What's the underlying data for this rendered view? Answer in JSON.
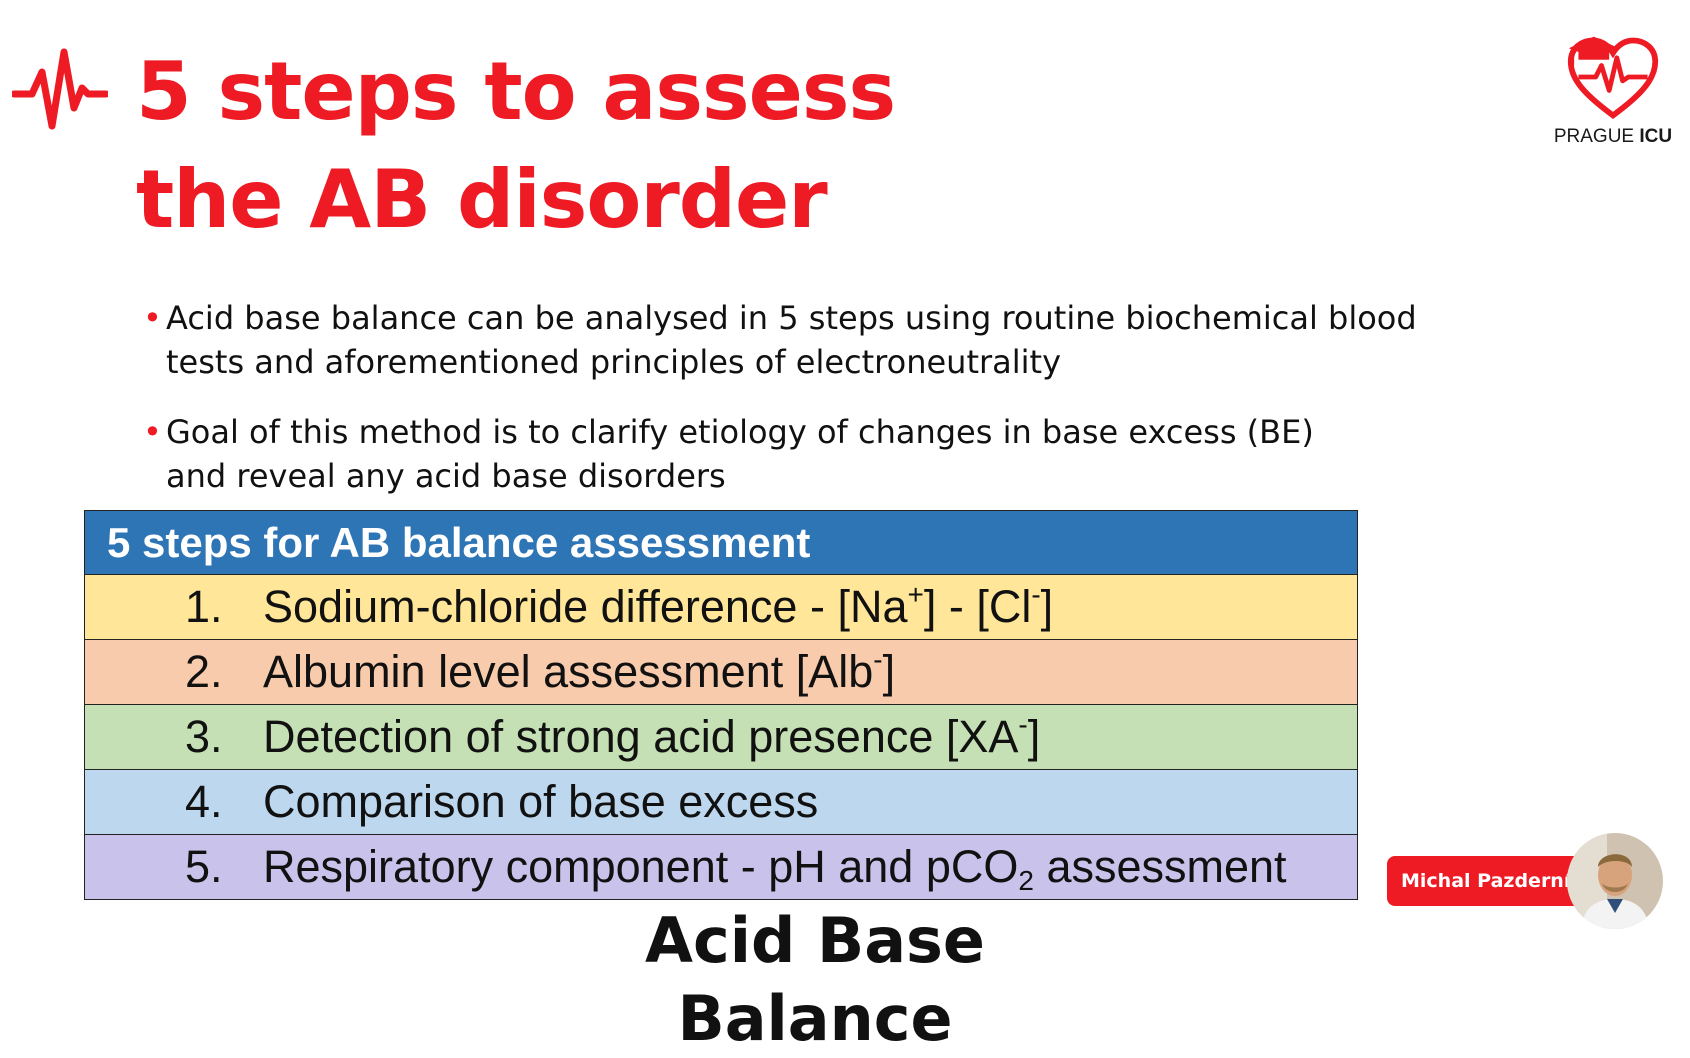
{
  "slide": {
    "title_line1": "5 steps to assess",
    "title_line2": "the AB disorder",
    "bullets": [
      {
        "line1": "Acid base balance can be analysed in 5 steps using routine biochemical blood",
        "line2": "tests and aforementioned principles of electroneutrality"
      },
      {
        "line1": "Goal of this method is to clarify etiology of changes in base excess (BE)",
        "line2": "and reveal any acid base disorders"
      }
    ]
  },
  "logo": {
    "word1": "PRAGUE",
    "word2": "ICU",
    "icon": "heart-graduation-cap-icon"
  },
  "table": {
    "header": "5 steps for AB balance assessment",
    "rows": [
      {
        "num": "1.",
        "text_a": "Sodium-chloride difference - [Na",
        "sup_a": "+",
        "text_b": "] - [Cl",
        "sup_b": "-",
        "text_c": "]",
        "color": "#ffe699"
      },
      {
        "num": "2.",
        "text_a": "Albumin level assessment [Alb",
        "sup_a": "-",
        "text_b": "]",
        "color": "#f8cbad"
      },
      {
        "num": "3.",
        "text_a": "Detection of strong acid presence [XA",
        "sup_a": "-",
        "text_b": "]",
        "color": "#c5e0b4"
      },
      {
        "num": "4.",
        "text_a": "Comparison of base excess",
        "color": "#bdd7ee"
      },
      {
        "num": "5.",
        "text_a": "Respiratory component - pH and pCO",
        "sub_a": "2",
        "text_b": " assessment",
        "color": "#c9c3ec"
      }
    ]
  },
  "footer": {
    "title": "Acid Base Balance"
  },
  "speaker": {
    "name": "Michal Pazderník"
  },
  "colors": {
    "accent": "#ee1b24",
    "table_header": "#2e75b6"
  }
}
